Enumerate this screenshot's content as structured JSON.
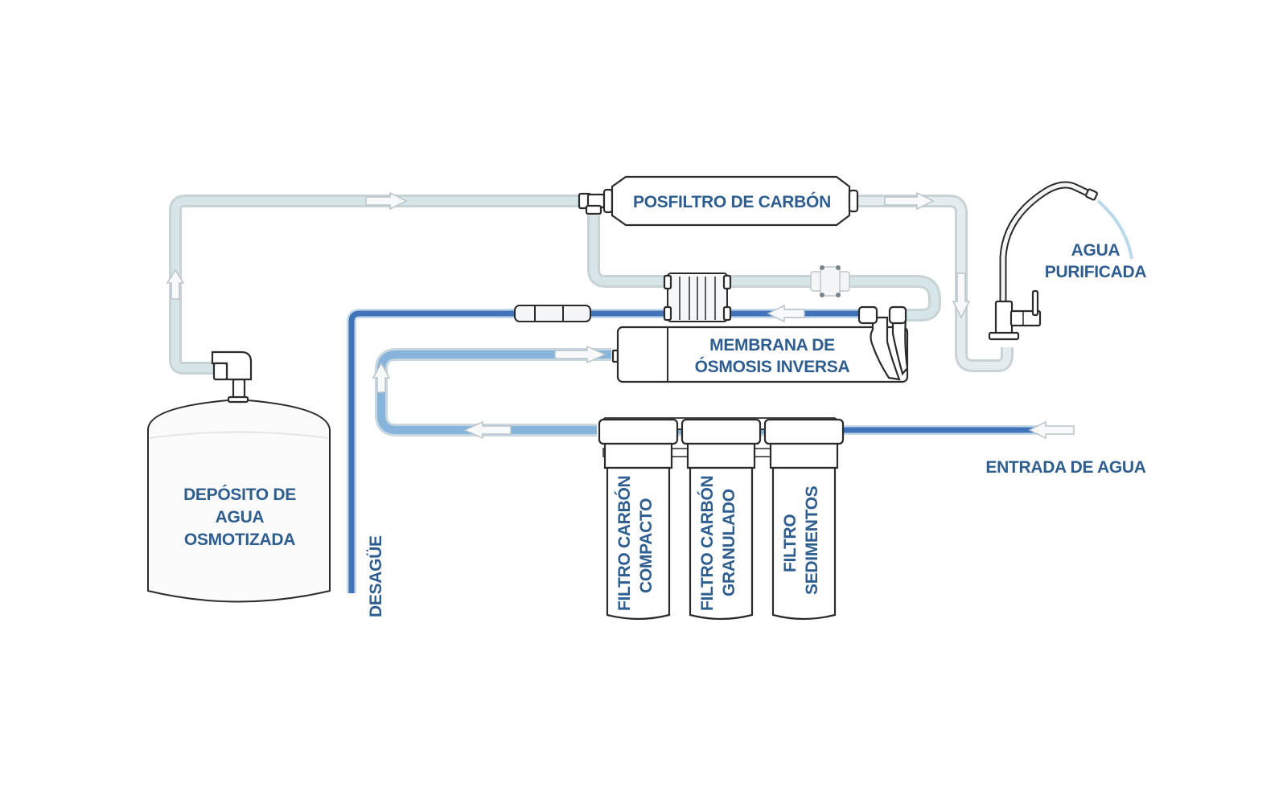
{
  "diagram": {
    "title": "Sistema de ósmosis inversa",
    "colors": {
      "label": "#2e5d8f",
      "drain_pipe": "#3f74bb",
      "feed_pipe": "#86b4da",
      "product_pipe": "#e4ecee",
      "outline": "#2b2b2b"
    },
    "components": {
      "postfilter": {
        "label": "POSFILTRO DE CARBÓN"
      },
      "membrane": {
        "label_line1": "MEMBRANA DE",
        "label_line2": "ÓSMOSIS INVERSA"
      },
      "faucet": {
        "label_line1": "AGUA",
        "label_line2": "PURIFICADA"
      },
      "tank": {
        "label_line1": "DEPÓSITO DE",
        "label_line2": "AGUA",
        "label_line3": "OSMOTIZADA"
      },
      "drain": {
        "label": "DESAGÜE"
      },
      "inlet": {
        "label": "ENTRADA DE AGUA"
      },
      "filters": [
        {
          "label_line1": "FILTRO CARBÓN",
          "label_line2": "COMPACTO"
        },
        {
          "label_line1": "FILTRO CARBÓN",
          "label_line2": "GRANULADO"
        },
        {
          "label_line1": "FILTRO",
          "label_line2": "SEDIMENTOS"
        }
      ]
    },
    "flow_arrows": [
      {
        "id": "tank-to-top",
        "direction": "up"
      },
      {
        "id": "top-to-postfilter",
        "direction": "right"
      },
      {
        "id": "postfilter-to-faucet",
        "direction": "right"
      },
      {
        "id": "down-to-faucet",
        "direction": "down"
      },
      {
        "id": "membrane-reject",
        "direction": "left"
      },
      {
        "id": "feed-to-membrane",
        "direction": "right"
      },
      {
        "id": "feed-up",
        "direction": "up"
      },
      {
        "id": "filters-out",
        "direction": "left"
      },
      {
        "id": "inlet",
        "direction": "left"
      }
    ]
  }
}
